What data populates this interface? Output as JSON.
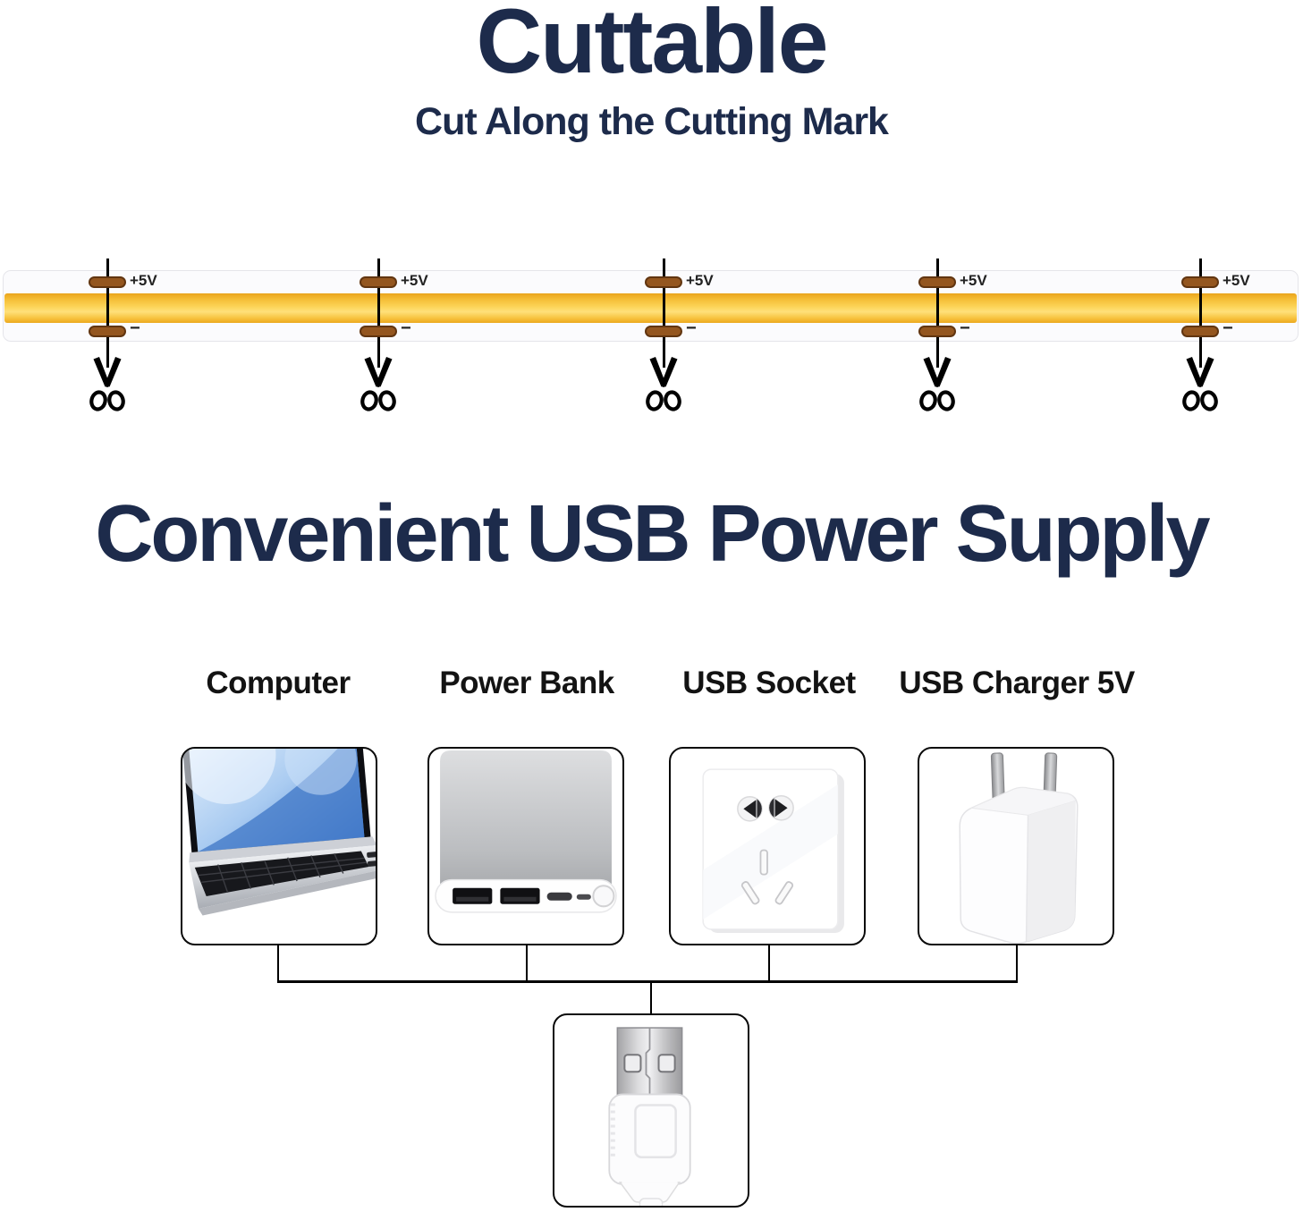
{
  "header": {
    "title": "Cuttable",
    "subtitle": "Cut Along the Cutting Mark"
  },
  "strip": {
    "positive_label": "+5V",
    "negative_label": "−",
    "cut_icon": "scissors-icon",
    "colors": {
      "band_gold": "#f6c33a",
      "pad_brown": "#94561f",
      "base_white": "#fbfbfd"
    }
  },
  "power_section": {
    "title": "Convenient USB Power Supply",
    "sources": [
      {
        "label": "Computer",
        "icon": "laptop-icon"
      },
      {
        "label": "Power Bank",
        "icon": "power-bank-icon"
      },
      {
        "label": "USB Socket",
        "icon": "wall-socket-icon"
      },
      {
        "label": "USB Charger 5V",
        "icon": "usb-charger-icon"
      }
    ],
    "connector_icon": "usb-plug-icon"
  },
  "colors": {
    "heading_navy": "#1d2b4b",
    "label_black": "#131313",
    "wire_black": "#000000"
  }
}
